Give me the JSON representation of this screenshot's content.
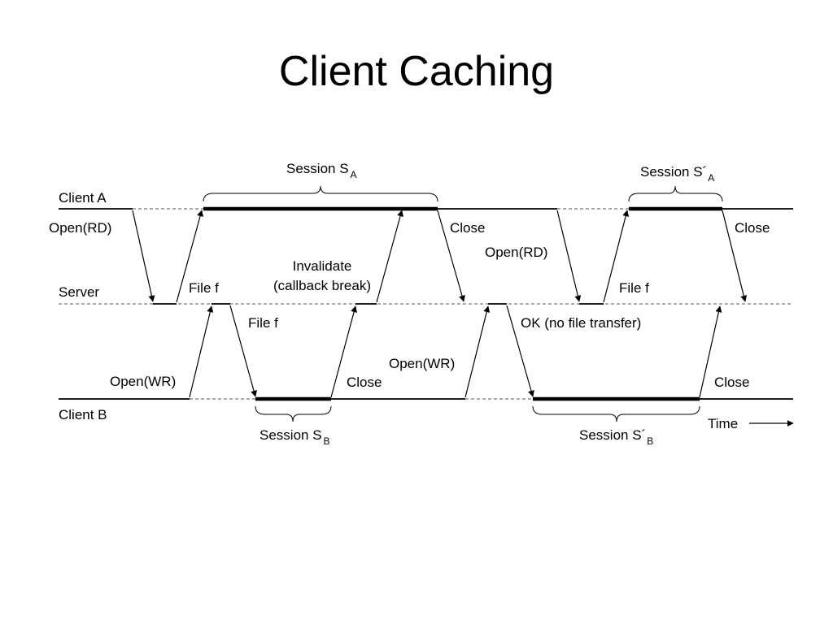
{
  "title": "Client Caching",
  "lanes": {
    "client_a": "Client A",
    "server": "Server",
    "client_b": "Client B"
  },
  "messages": {
    "open_rd_1": "Open(RD)",
    "file_f_to_a": "File f",
    "open_wr_1": "Open(WR)",
    "file_f_to_b": "File f",
    "invalidate_line1": "Invalidate",
    "invalidate_line2": "(callback break)",
    "close_b_1": "Close",
    "close_a_1": "Close",
    "open_wr_2": "Open(WR)",
    "open_rd_2": "Open(RD)",
    "ok_no_transfer": "OK (no file transfer)",
    "file_f_to_a_2": "File f",
    "close_a_2": "Close",
    "close_b_2": "Close"
  },
  "sessions": {
    "sa": {
      "text": "Session S",
      "sub": "A"
    },
    "sa_prime": {
      "text": "Session S´",
      "sub": "A"
    },
    "sb": {
      "text": "Session S",
      "sub": "B"
    },
    "sb_prime": {
      "text": "Session S´",
      "sub": "B"
    }
  },
  "time_label": "Time"
}
